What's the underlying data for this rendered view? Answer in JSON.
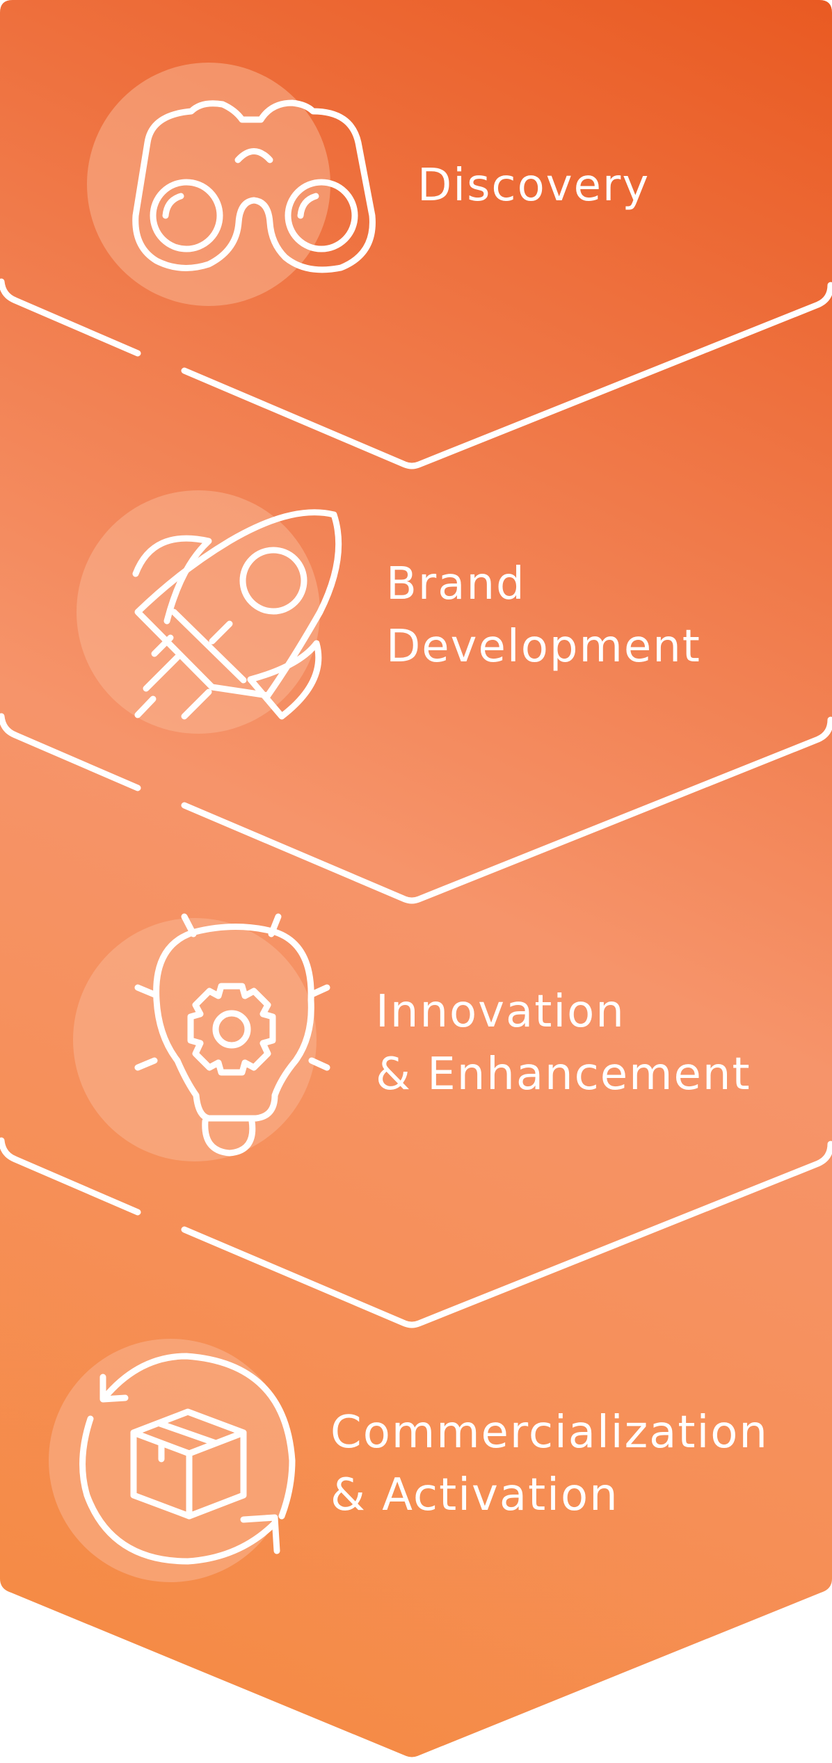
{
  "colors": {
    "gradient_top_right": "#E95A22",
    "gradient_middle": "#F6946A",
    "gradient_bottom_left": "#F5893F",
    "circle_fill": "#F9B592",
    "line_color": "#FFFFFF"
  },
  "steps": [
    {
      "icon": "binoculars-icon",
      "lines": [
        "Discovery"
      ]
    },
    {
      "icon": "rocket-icon",
      "lines": [
        "Brand",
        "Development"
      ]
    },
    {
      "icon": "lightbulb-gear-icon",
      "lines": [
        "Innovation",
        "& Enhancement"
      ]
    },
    {
      "icon": "box-cycle-icon",
      "lines": [
        "Commercialization",
        "& Activation"
      ]
    }
  ]
}
